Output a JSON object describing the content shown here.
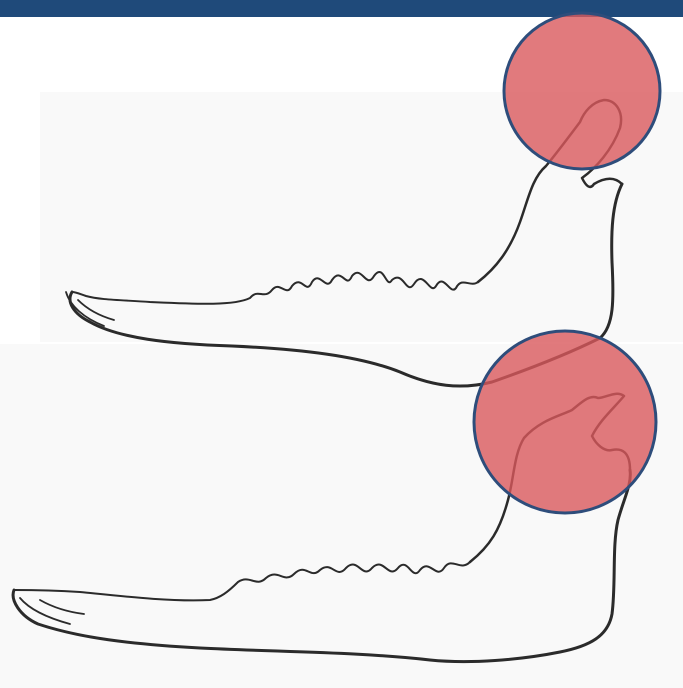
{
  "colors": {
    "header_bar": "#1f4a7a",
    "panel_background": "#f9f9f9",
    "outline": "#2b2b2b",
    "highlight_fill": "#d9595c",
    "highlight_stroke": "#2e4d7b"
  },
  "highlight_opacity": 0.8,
  "figures": [
    {
      "name": "upper-mandible-drawing",
      "highlight": "condyle-highlight-upper"
    },
    {
      "name": "lower-mandible-drawing",
      "highlight": "condyle-highlight-lower"
    }
  ]
}
